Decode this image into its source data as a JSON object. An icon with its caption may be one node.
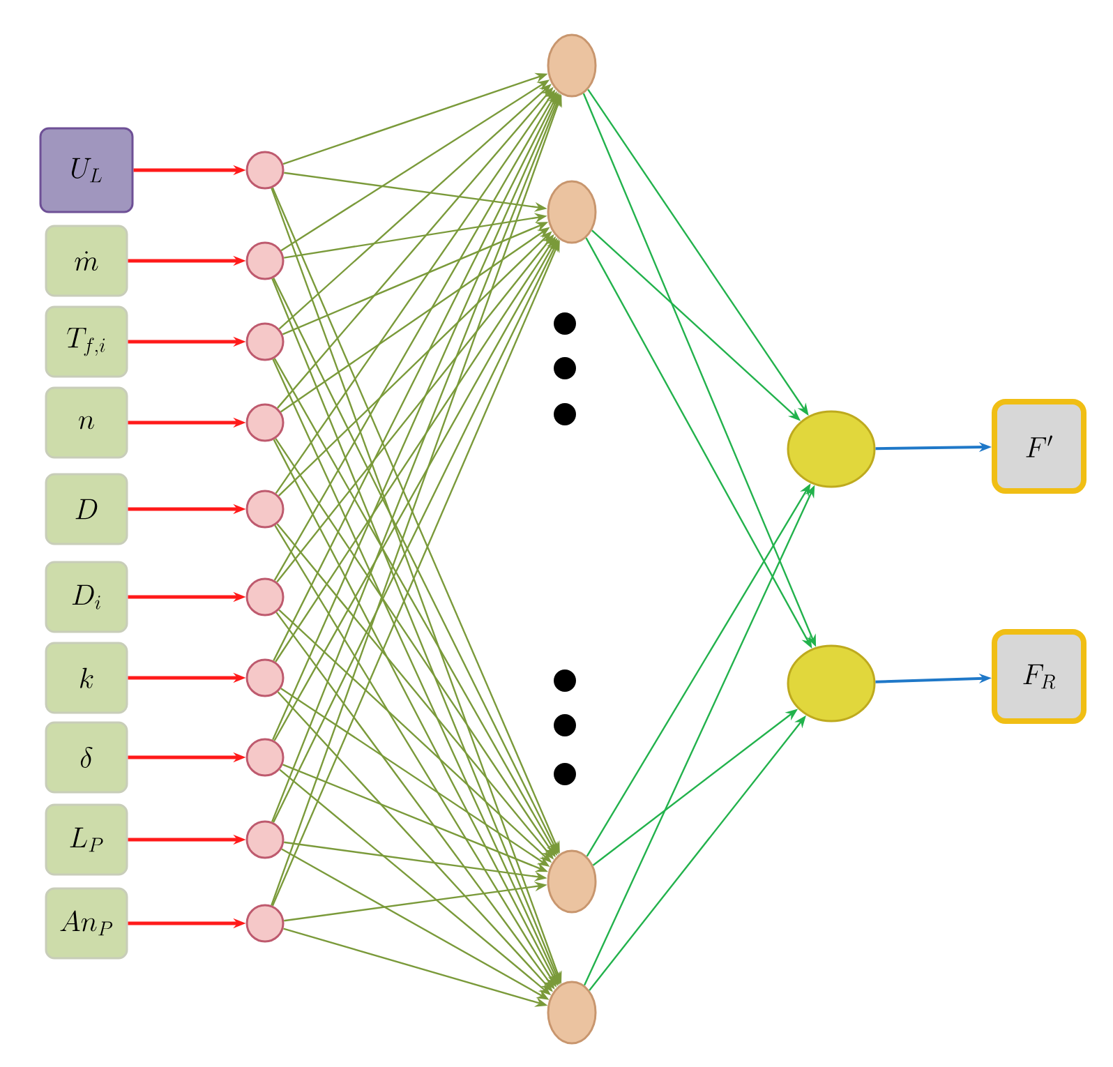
{
  "diagram": {
    "nodes": [
      {
        "text": [
          "U_L"
        ]
      },
      {
        "text": [
          "\\dot{m}"
        ]
      },
      {
        "text": [
          "T_{f,i}"
        ]
      },
      {
        "text": [
          "n"
        ]
      },
      {
        "text": [
          "D"
        ]
      },
      {
        "text": [
          "D_i"
        ]
      },
      {
        "text": [
          "k"
        ]
      },
      {
        "text": [
          "\\delta"
        ]
      },
      {
        "text": [
          "L_P"
        ]
      },
      {
        "text": [
          "An_P"
        ]
      },
      {
        "text": [],
        "shape": "circle"
      },
      {
        "text": [],
        "shape": "circle"
      },
      {
        "text": [],
        "shape": "circle"
      },
      {
        "text": [],
        "shape": "circle"
      },
      {
        "text": [],
        "shape": "circle"
      },
      {
        "text": [],
        "shape": "circle"
      },
      {
        "text": [],
        "shape": "circle"
      },
      {
        "text": [],
        "shape": "circle"
      },
      {
        "text": [],
        "shape": "circle"
      },
      {
        "text": [],
        "shape": "circle"
      },
      {
        "text": [],
        "shape": "circle"
      },
      {
        "text": [],
        "shape": "circle"
      },
      {
        "text": [],
        "shape": "circle"
      },
      {
        "text": [],
        "shape": "circle"
      },
      {
        "text": [],
        "shape": "circle"
      },
      {
        "text": [],
        "shape": "circle"
      },
      {
        "text": [
          "F'"
        ]
      },
      {
        "text": [
          "F_R"
        ]
      }
    ],
    "edges": [
      {
        "from": 0,
        "to": 10,
        "arrow": "to",
        "color": "#ff1a1a"
      },
      {
        "from": 1,
        "to": 11,
        "arrow": "to",
        "color": "#ff1a1a"
      },
      {
        "from": 2,
        "to": 12,
        "arrow": "to",
        "color": "#ff1a1a"
      },
      {
        "from": 3,
        "to": 13,
        "arrow": "to",
        "color": "#ff1a1a"
      },
      {
        "from": 4,
        "to": 14,
        "arrow": "to",
        "color": "#ff1a1a"
      },
      {
        "from": 5,
        "to": 15,
        "arrow": "to",
        "color": "#ff1a1a"
      },
      {
        "from": 6,
        "to": 16,
        "arrow": "to",
        "color": "#ff1a1a"
      },
      {
        "from": 7,
        "to": 17,
        "arrow": "to",
        "color": "#ff1a1a"
      },
      {
        "from": 8,
        "to": 18,
        "arrow": "to",
        "color": "#ff1a1a"
      },
      {
        "from": 9,
        "to": 19,
        "arrow": "to",
        "color": "#ff1a1a"
      },
      {
        "from": 10,
        "to": 20,
        "arrow": "to"
      },
      {
        "from": 10,
        "to": 21,
        "arrow": "to"
      },
      {
        "from": 10,
        "to": 22,
        "arrow": "to"
      },
      {
        "from": 10,
        "to": 23,
        "arrow": "to"
      },
      {
        "from": 11,
        "to": 20,
        "arrow": "to"
      },
      {
        "from": 11,
        "to": 21,
        "arrow": "to"
      },
      {
        "from": 11,
        "to": 22,
        "arrow": "to"
      },
      {
        "from": 11,
        "to": 23,
        "arrow": "to"
      },
      {
        "from": 12,
        "to": 20,
        "arrow": "to"
      },
      {
        "from": 12,
        "to": 21,
        "arrow": "to"
      },
      {
        "from": 12,
        "to": 22,
        "arrow": "to"
      },
      {
        "from": 12,
        "to": 23,
        "arrow": "to"
      },
      {
        "from": 13,
        "to": 20,
        "arrow": "to"
      },
      {
        "from": 13,
        "to": 21,
        "arrow": "to"
      },
      {
        "from": 13,
        "to": 22,
        "arrow": "to"
      },
      {
        "from": 13,
        "to": 23,
        "arrow": "to"
      },
      {
        "from": 14,
        "to": 20,
        "arrow": "to"
      },
      {
        "from": 14,
        "to": 21,
        "arrow": "to"
      },
      {
        "from": 14,
        "to": 22,
        "arrow": "to"
      },
      {
        "from": 14,
        "to": 23,
        "arrow": "to"
      },
      {
        "from": 15,
        "to": 20,
        "arrow": "to"
      },
      {
        "from": 15,
        "to": 21,
        "arrow": "to"
      },
      {
        "from": 15,
        "to": 22,
        "arrow": "to"
      },
      {
        "from": 15,
        "to": 23,
        "arrow": "to"
      },
      {
        "from": 16,
        "to": 20,
        "arrow": "to"
      },
      {
        "from": 16,
        "to": 21,
        "arrow": "to"
      },
      {
        "from": 16,
        "to": 22,
        "arrow": "to"
      },
      {
        "from": 16,
        "to": 23,
        "arrow": "to"
      },
      {
        "from": 17,
        "to": 20,
        "arrow": "to"
      },
      {
        "from": 17,
        "to": 21,
        "arrow": "to"
      },
      {
        "from": 17,
        "to": 22,
        "arrow": "to"
      },
      {
        "from": 17,
        "to": 23,
        "arrow": "to"
      },
      {
        "from": 18,
        "to": 20,
        "arrow": "to"
      },
      {
        "from": 18,
        "to": 21,
        "arrow": "to"
      },
      {
        "from": 18,
        "to": 22,
        "arrow": "to"
      },
      {
        "from": 18,
        "to": 23,
        "arrow": "to"
      },
      {
        "from": 19,
        "to": 20,
        "arrow": "to"
      },
      {
        "from": 19,
        "to": 21,
        "arrow": "to"
      },
      {
        "from": 19,
        "to": 22,
        "arrow": "to"
      },
      {
        "from": 19,
        "to": 23,
        "arrow": "to"
      },
      {
        "from": 20,
        "to": 24,
        "arrow": "to",
        "color": "#22b24c"
      },
      {
        "from": 20,
        "to": 25,
        "arrow": "to",
        "color": "#22b24c"
      },
      {
        "from": 21,
        "to": 24,
        "arrow": "to",
        "color": "#22b24c"
      },
      {
        "from": 21,
        "to": 25,
        "arrow": "to",
        "color": "#22b24c"
      },
      {
        "from": 22,
        "to": 24,
        "arrow": "to",
        "color": "#22b24c"
      },
      {
        "from": 22,
        "to": 25,
        "arrow": "to",
        "color": "#22b24c"
      },
      {
        "from": 23,
        "to": 24,
        "arrow": "to",
        "color": "#22b24c"
      },
      {
        "from": 23,
        "to": 25,
        "arrow": "to",
        "color": "#22b24c"
      },
      {
        "from": 24,
        "to": 26,
        "arrow": "to",
        "color": "#1f78c8"
      },
      {
        "from": 25,
        "to": 27,
        "arrow": "to",
        "color": "#1f78c8"
      }
    ]
  }
}
